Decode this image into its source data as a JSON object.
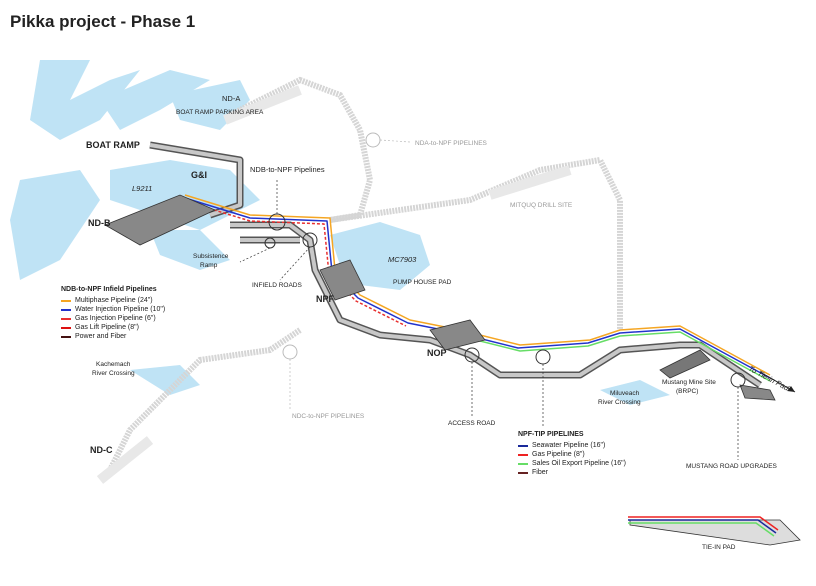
{
  "title": "Pikka project - Phase 1",
  "labels": {
    "nd_a": "ND-A",
    "boat_ramp_parking": "BOAT RAMP PARKING AREA",
    "boat_ramp": "BOAT RAMP",
    "nda_to_npf": "NDA-to-NPF PIPELINES",
    "ndb_to_npf": "NDB-to-NPF Pipelines",
    "g_and_i": "G&I",
    "l9211": "L9211",
    "mitquq": "MITQUQ DRILL SITE",
    "nd_b": "ND-B",
    "mc7903": "MC7903",
    "subsistence_ramp_1": "Subsistence",
    "subsistence_ramp_2": "Ramp",
    "infield_roads": "INFIELD ROADS",
    "pump_house_pad": "PUMP HOUSE PAD",
    "npf": "NPF",
    "nop": "NOP",
    "kachemach_1": "Kachemach",
    "kachemach_2": "River Crossing",
    "mustang_mine_1": "Mustang Mine Site",
    "mustang_mine_2": "(BRPC)",
    "miluveach_1": "Miluveach",
    "miluveach_2": "River Crossing",
    "to_tie_in": "To Tie-in Pad",
    "ndc_to_npf": "NDC-to-NPF PIPELINES",
    "access_road": "ACCESS ROAD",
    "nd_c": "ND-C",
    "mustang_road": "MUSTANG ROAD UPGRADES",
    "tie_in_pad": "TIE-IN PAD"
  },
  "legend_infield": {
    "heading": "NDB-to-NPF Infield Pipelines",
    "items": [
      {
        "label": "Multiphase Pipeline (24\")",
        "color": "#f5a623",
        "dashed": false
      },
      {
        "label": "Water Injection Pipeline (10\")",
        "color": "#2233cc",
        "dashed": false
      },
      {
        "label": "Gas Injection Pipeline (6\")",
        "color": "#e83030",
        "dashed": true
      },
      {
        "label": "Gas Lift Pipeline (8\")",
        "color": "#dd1111",
        "dashed": false
      },
      {
        "label": "Power and Fiber",
        "color": "#441111",
        "dashed": true
      }
    ]
  },
  "legend_tip": {
    "heading": "NPF-TIP PIPELINES",
    "items": [
      {
        "label": "Seawater Pipeline (16\")",
        "color": "#1a2a9a",
        "dashed": false
      },
      {
        "label": "Gas Pipeline (8\")",
        "color": "#ee2222",
        "dashed": false
      },
      {
        "label": "Sales Oil Export Pipeline (16\")",
        "color": "#66dd66",
        "dashed": false
      },
      {
        "label": "Fiber",
        "color": "#662222",
        "dashed": true
      }
    ]
  },
  "colors": {
    "water": "#bfe3f5",
    "road": "#bdbdbd",
    "road_edge": "#555555",
    "future_road": "#e0e0e0"
  }
}
